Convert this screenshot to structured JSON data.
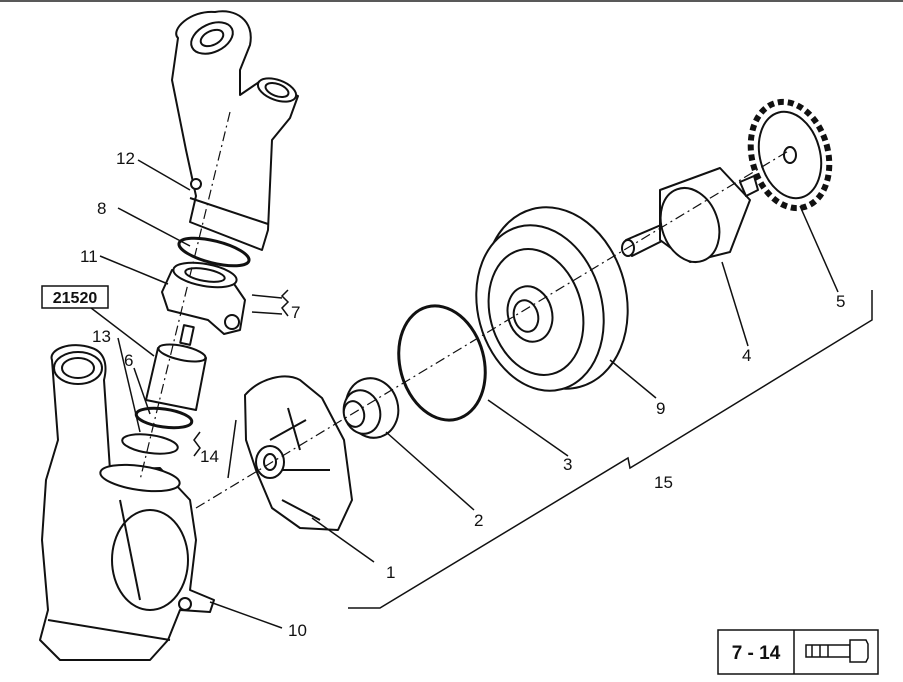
{
  "callouts": {
    "c1": "1",
    "c2": "2",
    "c3": "3",
    "c4": "4",
    "c5": "5",
    "c6": "6",
    "c7a": "7",
    "c7b": "7",
    "c8": "8",
    "c9": "9",
    "c10": "10",
    "c11": "11",
    "c12": "12",
    "c13": "13",
    "c14": "14",
    "c15": "15"
  },
  "boxed_label": "21520",
  "page_ref": "7 - 14",
  "icons": {
    "page_ref_icon": "bolt-icon"
  }
}
